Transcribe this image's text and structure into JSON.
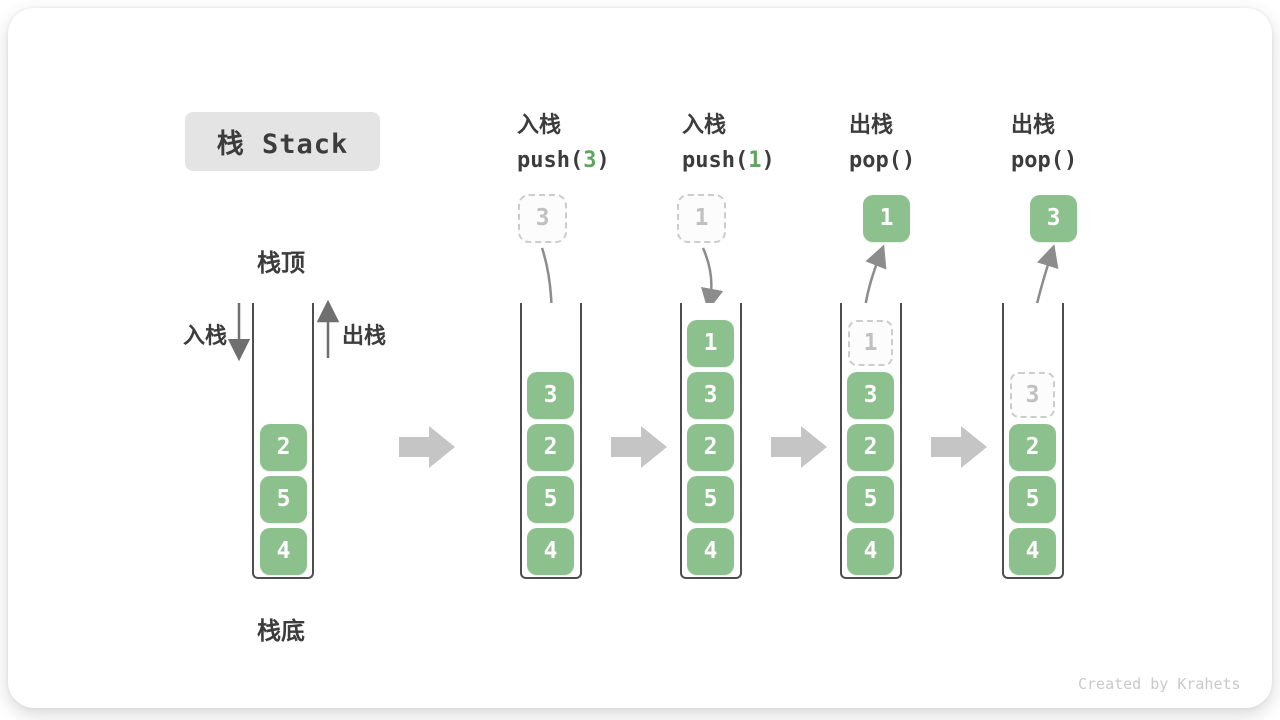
{
  "title": "栈 Stack",
  "side_labels": {
    "stack_top": "栈顶",
    "stack_bottom": "栈底",
    "push": "入栈",
    "pop": "出栈"
  },
  "watermark": "Created by Krahets",
  "colors": {
    "element_green": "#8cc08c",
    "arg_green": "#5fa55f",
    "dark_text": "#3c3c3c",
    "block_arrow_gray": "#c5c5c5",
    "curved_arrow_gray": "#8c8c8c",
    "title_bg": "#e4e4e4"
  },
  "operations": [
    {
      "label": "入栈",
      "code_pre": "push(",
      "code_arg": "3",
      "code_post": ")"
    },
    {
      "label": "入栈",
      "code_pre": "push(",
      "code_arg": "1",
      "code_post": ")"
    },
    {
      "label": "出栈",
      "code_pre": "pop(",
      "code_arg": "",
      "code_post": ")"
    },
    {
      "label": "出栈",
      "code_pre": "pop(",
      "code_arg": "",
      "code_post": ")"
    }
  ],
  "stacks": [
    {
      "elements": [
        "2",
        "5",
        "4"
      ]
    },
    {
      "floating_dashed": "3",
      "elements": [
        "3",
        "2",
        "5",
        "4"
      ]
    },
    {
      "floating_dashed": "1",
      "elements": [
        "1",
        "3",
        "2",
        "5",
        "4"
      ]
    },
    {
      "popped": "1",
      "ghost": "1",
      "elements": [
        "3",
        "2",
        "5",
        "4"
      ]
    },
    {
      "popped": "3",
      "ghost": "3",
      "elements": [
        "2",
        "5",
        "4"
      ]
    }
  ]
}
